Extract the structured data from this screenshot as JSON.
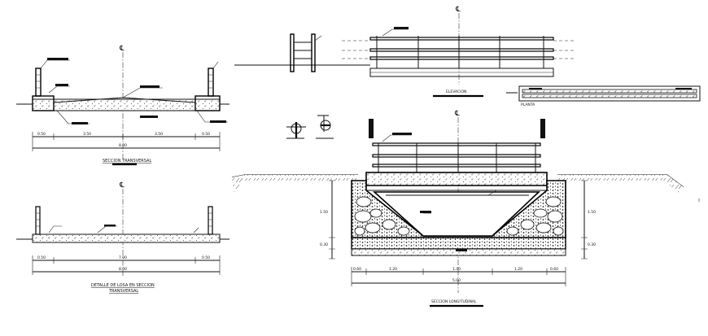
{
  "drawing": {
    "centerline_symbol": "℄",
    "views": {
      "top_section": {
        "title": "SECCION TRANSVERSAL",
        "total_dimension": "8.00",
        "sub_dimensions": [
          "0.50",
          "3.50",
          "3.50",
          "0.50"
        ]
      },
      "lower_section": {
        "title_line1": "DETALLE DE LOSA EN SECCION",
        "title_line2": "TRANSVERSAL",
        "total_dimension": "8.00",
        "sub_dimensions": [
          "0.50",
          "7.00",
          "0.50"
        ]
      },
      "elevation": {
        "title": "ELEVACION"
      },
      "plan_strip": {
        "label": "PLANTA"
      },
      "main_section": {
        "title": "SECCION LONGITUDINAL",
        "dim_left_height": "1.50",
        "dim_right_height": "1.50",
        "dim_base_left": "0.30",
        "dim_base_right": "0.30",
        "bottom_total": "5.00",
        "bottom_subs": [
          "0.60",
          "1.20",
          "1.40",
          "1.20",
          "0.60"
        ]
      }
    },
    "colors": {
      "line": "#111111",
      "background": "#ffffff"
    }
  }
}
